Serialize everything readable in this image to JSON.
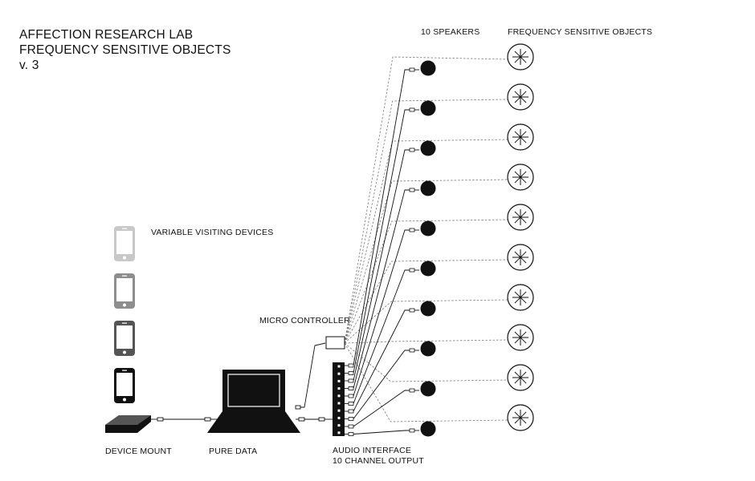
{
  "title": {
    "line1": "AFFECTION RESEARCH LAB",
    "line2": "FREQUENCY SENSITIVE OBJECTS",
    "line3": "v. 3"
  },
  "labels": {
    "speakers_header": "10 SPEAKERS",
    "objects_header": "FREQUENCY SENSITIVE OBJECTS",
    "visiting_devices": "VARIABLE VISITING DEVICES",
    "micro_controller": "MICRO CONTROLLER",
    "device_mount": "DEVICE MOUNT",
    "pure_data": "PURE DATA",
    "audio_interface_line1": "AUDIO INTERFACE",
    "audio_interface_line2": "10 CHANNEL OUTPUT"
  },
  "speaker_count": 10,
  "phone_colors": [
    "#c8c8c8",
    "#8e8e8e",
    "#555555",
    "#111111"
  ],
  "ink_color": "#111111"
}
